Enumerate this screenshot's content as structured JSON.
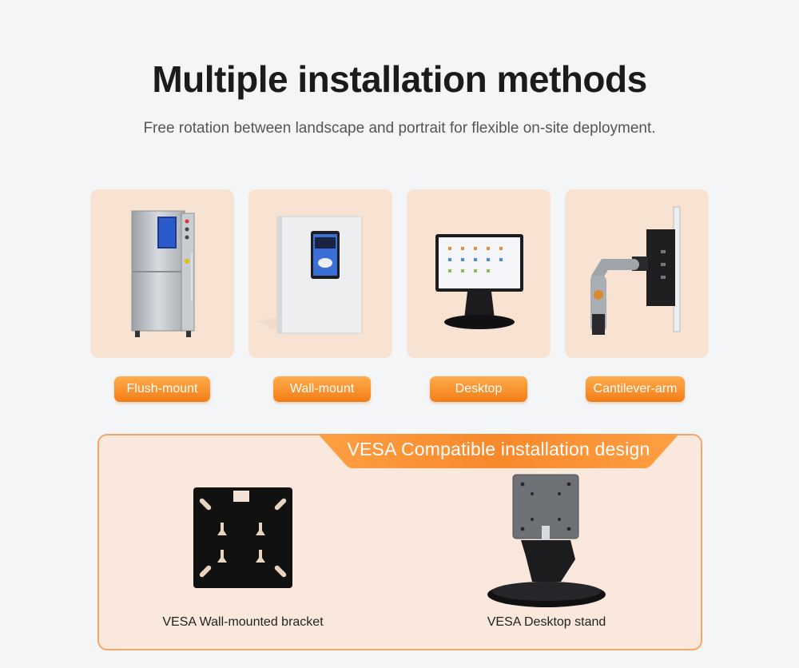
{
  "header": {
    "title": "Multiple installation methods",
    "subtitle": "Free rotation between landscape and portrait for flexible on-site deployment."
  },
  "methods": [
    {
      "label": "Flush-mount",
      "icon": "cabinet-illustration"
    },
    {
      "label": "Wall-mount",
      "icon": "wall-panel-illustration"
    },
    {
      "label": "Desktop",
      "icon": "desktop-monitor-illustration"
    },
    {
      "label": "Cantilever-arm",
      "icon": "arm-mount-illustration"
    }
  ],
  "vesa": {
    "title": "VESA Compatible installation design",
    "items": [
      {
        "caption": "VESA Wall-mounted bracket",
        "icon": "wall-bracket-illustration"
      },
      {
        "caption": "VESA Desktop stand",
        "icon": "desktop-stand-illustration"
      }
    ]
  },
  "colors": {
    "accent": "#f37d16",
    "card_bg": "#f8e3d3",
    "panel_border": "#f5a66a"
  }
}
